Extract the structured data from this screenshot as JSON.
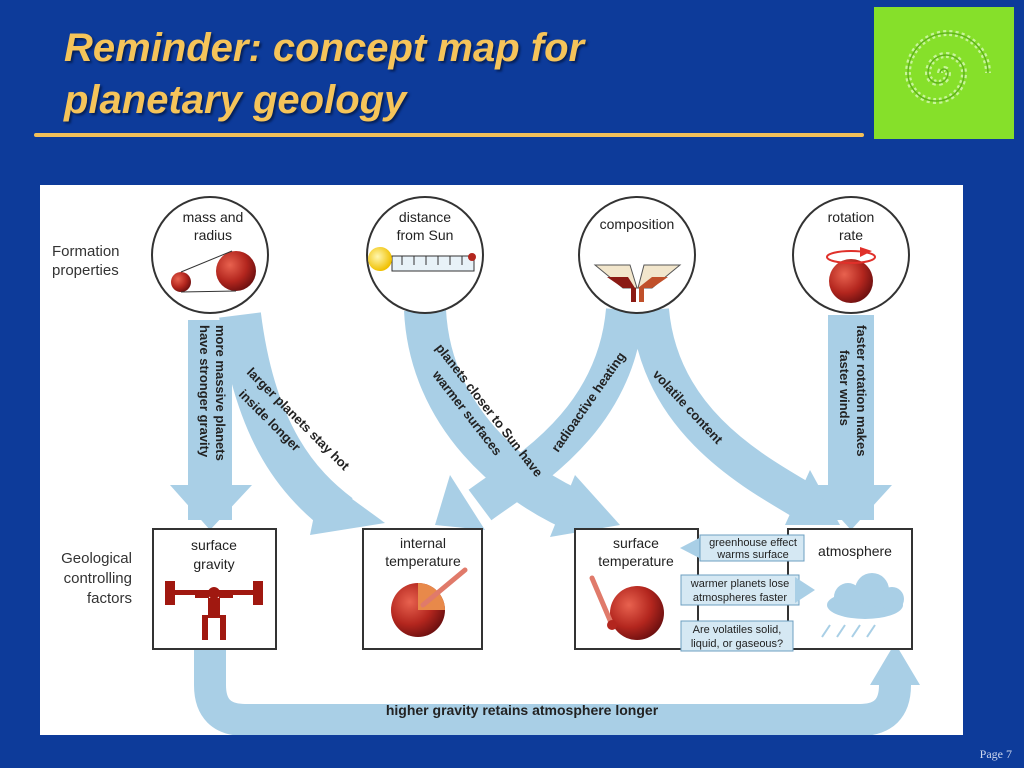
{
  "slide": {
    "title_line1": "Reminder: concept map for",
    "title_line2": "planetary geology",
    "page": "Page 7"
  },
  "colors": {
    "background": "#0d3b9a",
    "title": "#f5c45a",
    "arrow_fill": "#a9cfe6",
    "planet": "#b3261e",
    "logo_bg": "#86e02a"
  },
  "row_labels": {
    "formation_1": "Formation",
    "formation_2": "properties",
    "geo_1": "Geological",
    "geo_2": "controlling",
    "geo_3": "factors"
  },
  "formation": {
    "mass_1": "mass and",
    "mass_2": "radius",
    "dist_1": "distance",
    "dist_2": "from Sun",
    "composition": "composition",
    "rot_1": "rotation",
    "rot_2": "rate"
  },
  "factors": {
    "grav_1": "surface",
    "grav_2": "gravity",
    "int_1": "internal",
    "int_2": "temperature",
    "st_1": "surface",
    "st_2": "temperature",
    "atmosphere": "atmosphere"
  },
  "arrows": {
    "massive_1": "more massive planets",
    "massive_2": "have stronger gravity",
    "larger_1": "larger planets stay hot",
    "larger_2": "inside longer",
    "closer_1": "planets closer to Sun have",
    "closer_2": "warmer surfaces",
    "radioactive": "radioactive heating",
    "volatile": "volatile content",
    "rotation_1": "faster rotation makes",
    "rotation_2": "faster winds",
    "greenhouse_1": "greenhouse effect",
    "greenhouse_2": "warms surface",
    "lose_1": "warmer planets lose",
    "lose_2": "atmospheres faster",
    "volatiles_1": "Are volatiles solid,",
    "volatiles_2": "liquid, or gaseous?",
    "retains": "higher gravity retains atmosphere longer"
  }
}
